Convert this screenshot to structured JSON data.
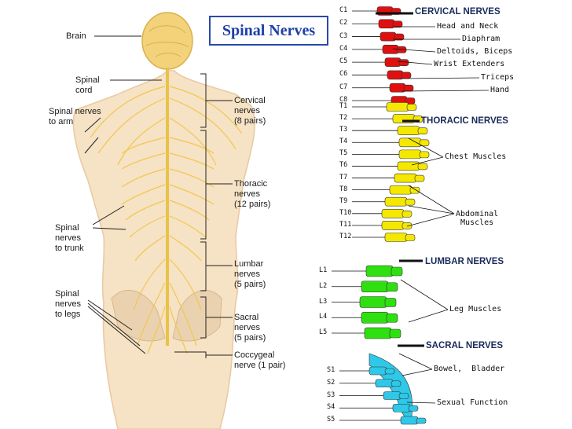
{
  "title": "Spinal Nerves",
  "left_labels": {
    "brain": "Brain",
    "spinal_cord": "Spinal\ncord",
    "nerves_to_arm": "Spinal nerves\nto arm",
    "nerves_to_trunk": "Spinal\nnerves\nto trunk",
    "nerves_to_legs": "Spinal\nnerves\nto legs",
    "cervical": "Cervical\nnerves\n(8 pairs)",
    "thoracic": "Thoracic\nnerves\n(12 pairs)",
    "lumbar": "Lumbar\nnerves\n(5 pairs)",
    "sacral": "Sacral\nnerves\n(5 pairs)",
    "coccygeal": "Coccygeal\nnerve (1 pair)"
  },
  "vertebrae": {
    "cervical": [
      "C1",
      "C2",
      "C3",
      "C4",
      "C5",
      "C6",
      "C7",
      "C8"
    ],
    "thoracic": [
      "T1",
      "T2",
      "T3",
      "T4",
      "T5",
      "T6",
      "T7",
      "T8",
      "T9",
      "T10",
      "T11",
      "T12"
    ],
    "lumbar": [
      "L1",
      "L2",
      "L3",
      "L4",
      "L5"
    ],
    "sacral": [
      "S1",
      "S2",
      "S3",
      "S4",
      "S5"
    ]
  },
  "section_headers": {
    "cervical": "CERVICAL NERVES",
    "thoracic": "THORACIC NERVES",
    "lumbar": "LUMBAR NERVES",
    "sacral": "SACRAL NERVES"
  },
  "muscles": {
    "head_neck": "Head and Neck",
    "diaphram": "Diaphram",
    "deltoids": "Deltoids, Biceps",
    "wrist": "Wrist Extenders",
    "triceps": "Triceps",
    "hand": "Hand",
    "chest": "Chest Muscles",
    "abdominal": "Abdominal\nMuscles",
    "leg": "Leg Muscles",
    "bowel": "Bowel,  Bladder",
    "sexual": "Sexual Function"
  },
  "colors": {
    "cervical": "#e01010",
    "thoracic": "#f5e800",
    "lumbar": "#2ee010",
    "sacral": "#2ec8e8",
    "nerve": "#f0d060",
    "skin": "#f6e2c4",
    "title": "#1d3fa8"
  }
}
